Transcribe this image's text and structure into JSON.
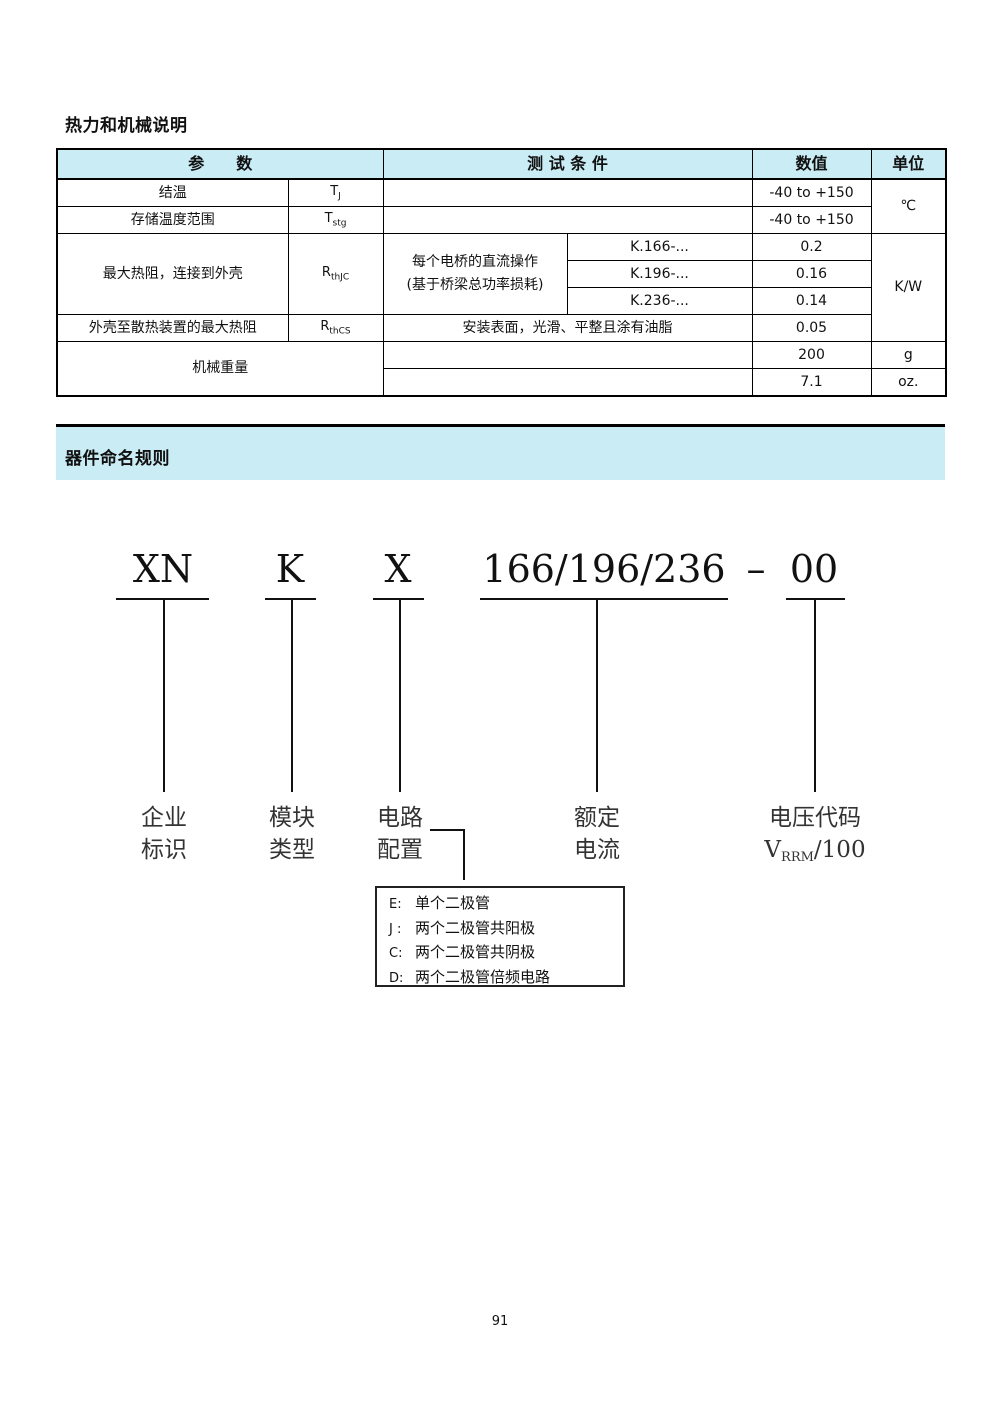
{
  "thermal_section": {
    "title": "热力和机械说明",
    "headers": {
      "param": "参　　数",
      "condition": "测 试 条 件",
      "value": "数值",
      "unit": "单位"
    },
    "rows": {
      "junction": {
        "param": "结温",
        "sym_main": "T",
        "sym_sub": "J",
        "value": "-40 to +150"
      },
      "storage": {
        "param": "存储温度范围",
        "sym_main": "T",
        "sym_sub": "stg",
        "value": "-40 to +150"
      },
      "temp_unit": "℃",
      "rthjc": {
        "param": "最大热阻，连接到外壳",
        "sym_main": "R",
        "sym_sub": "thJC",
        "condition_line1": "每个电桥的直流操作",
        "condition_line2": "(基于桥梁总功率损耗)",
        "models": [
          "K.166-...",
          "K.196-...",
          "K.236-..."
        ],
        "values": [
          "0.2",
          "0.16",
          "0.14"
        ]
      },
      "rthcs": {
        "param": "外壳至散热装置的最大热阻",
        "sym_main": "R",
        "sym_sub": "thCS",
        "condition": "安装表面，光滑、平整且涂有油脂",
        "value": "0.05"
      },
      "rth_unit": "K/W",
      "weight": {
        "param": "机械重量",
        "value_g": "200",
        "unit_g": "g",
        "value_oz": "7.1",
        "unit_oz": "oz."
      }
    }
  },
  "naming_section": {
    "title": "器件命名规则",
    "segments": [
      "XN",
      "K",
      "X",
      "166/196/236",
      "–",
      "00"
    ],
    "labels": {
      "company": [
        "企业",
        "标识"
      ],
      "module": [
        "模块",
        "类型"
      ],
      "circuit": [
        "电路",
        "配置"
      ],
      "current": [
        "额定",
        "电流"
      ],
      "voltage": [
        "电压代码",
        "V",
        "RRM",
        "/100"
      ]
    },
    "legend": [
      {
        "code": "E:",
        "text": "单个二极管"
      },
      {
        "code": "J :",
        "text": "两个二极管共阳极"
      },
      {
        "code": "C:",
        "text": "两个二极管共阴极"
      },
      {
        "code": "D:",
        "text": "两个二极管倍频电路"
      }
    ]
  },
  "page_number": "91"
}
